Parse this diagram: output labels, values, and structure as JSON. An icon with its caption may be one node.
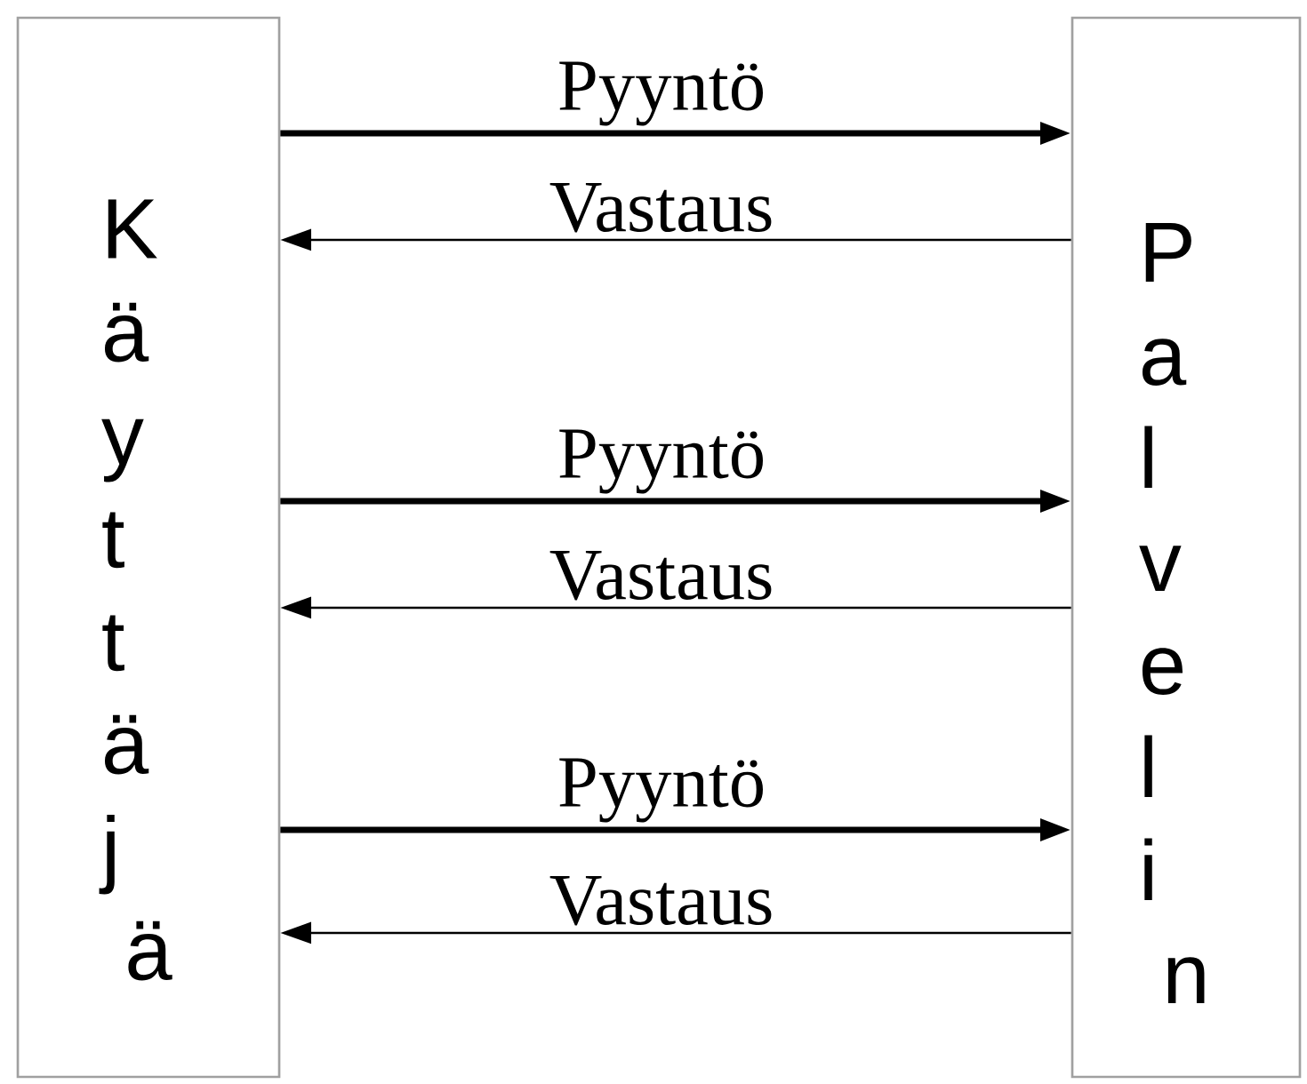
{
  "diagram": {
    "nodes": [
      {
        "text": [
          "Käyttäjä"
        ]
      },
      {
        "text": [
          "Palvelin"
        ]
      }
    ],
    "edges": [
      {
        "from": 0,
        "to": 1,
        "arrow": "to",
        "label": "Pyyntö",
        "style": "thick"
      },
      {
        "from": 1,
        "to": 0,
        "arrow": "to",
        "label": "Vastaus"
      },
      {
        "from": 0,
        "to": 1,
        "arrow": "to",
        "label": "Pyyntö",
        "style": "thick"
      },
      {
        "from": 1,
        "to": 0,
        "arrow": "to",
        "label": "Vastaus"
      },
      {
        "from": 0,
        "to": 1,
        "arrow": "to",
        "label": "Pyyntö",
        "style": "thick"
      },
      {
        "from": 1,
        "to": 0,
        "arrow": "to",
        "label": "Vastaus"
      }
    ]
  }
}
